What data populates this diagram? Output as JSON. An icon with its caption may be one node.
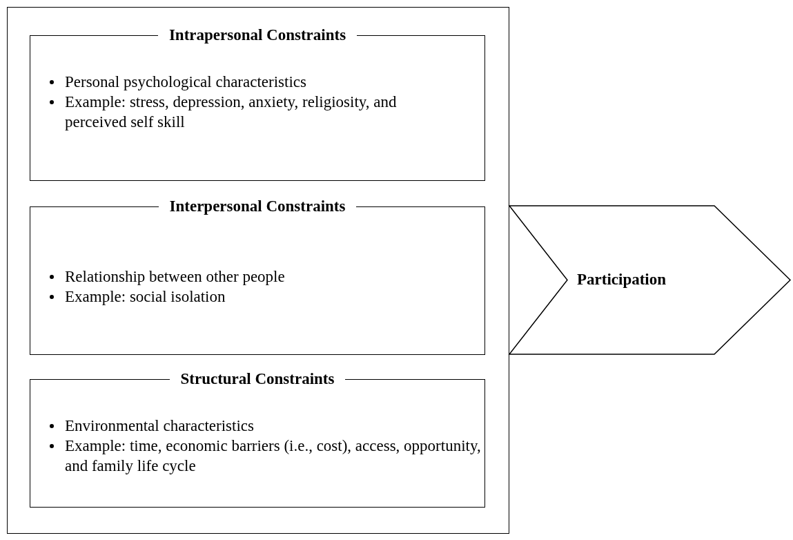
{
  "diagram": {
    "nodes": [
      {
        "text": [],
        "shape": "box"
      },
      {
        "text": [
          "Intrapersonal Constraints",
          "Personal psychological characteristics",
          "Example: stress, depression, anxiety, religiosity, and perceived self skill"
        ],
        "in": 0
      },
      {
        "text": [
          "Interpersonal Constraints",
          "Relationship between other people",
          "Example: social isolation"
        ],
        "in": 0
      },
      {
        "text": [
          "Structural Constraints",
          "Environmental characteristics",
          "Example: time, economic barriers (i.e., cost), access, opportunity, and family life cycle"
        ],
        "in": 0
      },
      {
        "text": [
          "Participation"
        ]
      }
    ],
    "edges": []
  }
}
